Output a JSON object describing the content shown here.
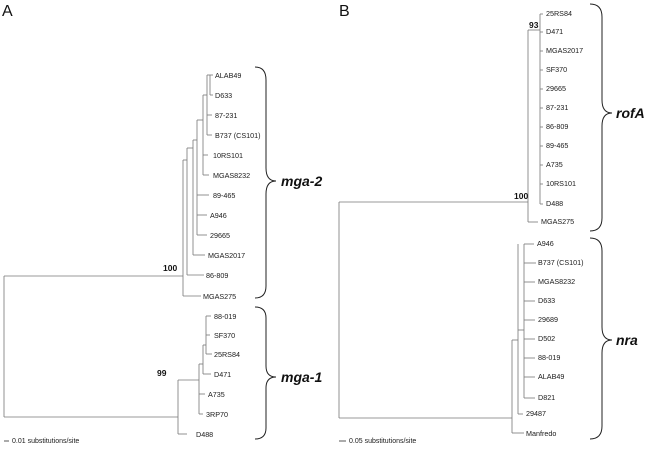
{
  "panel_a": {
    "letter": "A",
    "clade_upper": {
      "name": "mga-2",
      "bootstrap": "100",
      "taxa": [
        "ALAB49",
        "D633",
        "87-231",
        "B737 (CS101)",
        "10RS101",
        "MGAS8232",
        "89-465",
        "A946",
        "29665",
        "MGAS2017",
        "86-809",
        "MGAS275"
      ]
    },
    "clade_lower": {
      "name": "mga-1",
      "bootstrap": "99",
      "taxa": [
        "88-019",
        "SF370",
        "25RS84",
        "D471",
        "A735",
        "3RP70",
        "D488"
      ]
    },
    "scale_label": "0.01 substitutions/site"
  },
  "panel_b": {
    "letter": "B",
    "clade_upper": {
      "name": "rofA",
      "bootstrap_top": "93",
      "bootstrap_root": "100",
      "taxa": [
        "25RS84",
        "D471",
        "MGAS2017",
        "SF370",
        "29665",
        "87-231",
        "86-809",
        "89-465",
        "A735",
        "10RS101",
        "D488",
        "MGAS275"
      ]
    },
    "clade_lower": {
      "name": "nra",
      "taxa": [
        "A946",
        "B737 (CS101)",
        "MGAS8232",
        "D633",
        "29689",
        "D502",
        "88-019",
        "ALAB49",
        "D821",
        "29487",
        "Manfredo"
      ]
    },
    "scale_label": "0.05 substitutions/site"
  }
}
